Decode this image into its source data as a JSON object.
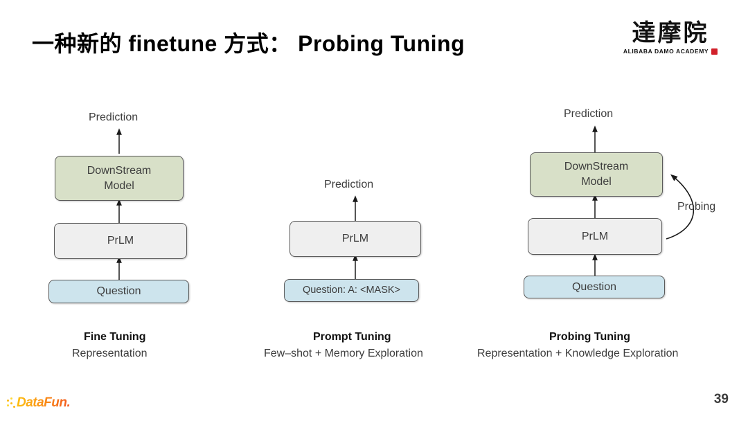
{
  "slide": {
    "title": "一种新的 finetune 方式： Probing Tuning",
    "page_number": "39"
  },
  "brand": {
    "damo_cn": "達摩院",
    "damo_en": "ALIBABA DAMO ACADEMY",
    "datafun": "DataFun.",
    "seal_color": "#d1202a"
  },
  "colors": {
    "green_box": "#d8e0c8",
    "gray_box": "#efefef",
    "blue_box": "#cde4ed",
    "box_border": "#5a5a5a",
    "text": "#3d3d3d"
  },
  "columns": [
    {
      "id": "fine-tuning",
      "caption_title": "Fine Tuning",
      "caption_sub": "Representation",
      "output_label": "Prediction",
      "nodes": [
        {
          "label": "DownStream\nModel",
          "label_line1": "DownStream",
          "label_line2": "Model",
          "fill": "green"
        },
        {
          "label": "PrLM",
          "fill": "gray"
        },
        {
          "label": "Question",
          "fill": "blue"
        }
      ],
      "has_probing_arrow": false
    },
    {
      "id": "prompt-tuning",
      "caption_title": "Prompt Tuning",
      "caption_sub": "Few–shot + Memory Exploration",
      "output_label": "Prediction",
      "nodes": [
        {
          "label": "PrLM",
          "fill": "gray"
        },
        {
          "label": "Question: A: <MASK>",
          "fill": "blue"
        }
      ],
      "has_probing_arrow": false
    },
    {
      "id": "probing-tuning",
      "caption_title": "Probing Tuning",
      "caption_sub": "Representation + Knowledge Exploration",
      "output_label": "Prediction",
      "nodes": [
        {
          "label": "DownStream\nModel",
          "label_line1": "DownStream",
          "label_line2": "Model",
          "fill": "green"
        },
        {
          "label": "PrLM",
          "fill": "gray"
        },
        {
          "label": "Question",
          "fill": "blue"
        }
      ],
      "has_probing_arrow": true,
      "probing_arrow_label": "Probing"
    }
  ]
}
